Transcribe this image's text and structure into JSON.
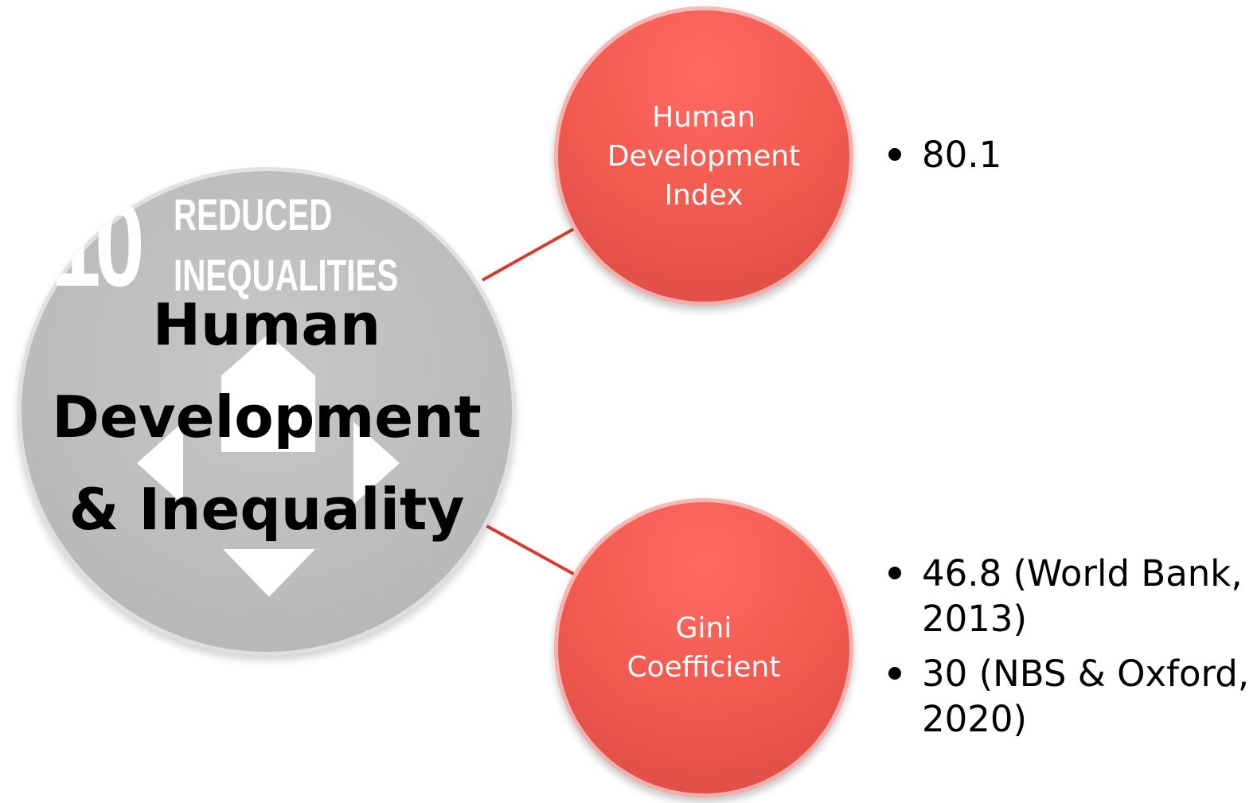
{
  "center": {
    "badge_number": "10",
    "badge_title_line1": "REDUCED",
    "badge_title_line2": "INEQUALITIES",
    "label_lines": [
      "Human",
      "Development",
      "& Inequality"
    ]
  },
  "nodes": [
    {
      "label_lines": [
        "Human",
        "Development",
        "Index"
      ],
      "bullets": [
        {
          "lines": [
            "80.1"
          ]
        }
      ]
    },
    {
      "label_lines": [
        "Gini",
        "Coefficient"
      ],
      "bullets": [
        {
          "lines": [
            "46.8 (World Bank,",
            "2013)"
          ]
        },
        {
          "lines": [
            "30 (NBS & Oxford,",
            "2020)"
          ]
        }
      ]
    }
  ],
  "colors": {
    "node_fill": "#f2594f",
    "center_fill": "#bdbdbd",
    "connector": "#d93a2f"
  }
}
